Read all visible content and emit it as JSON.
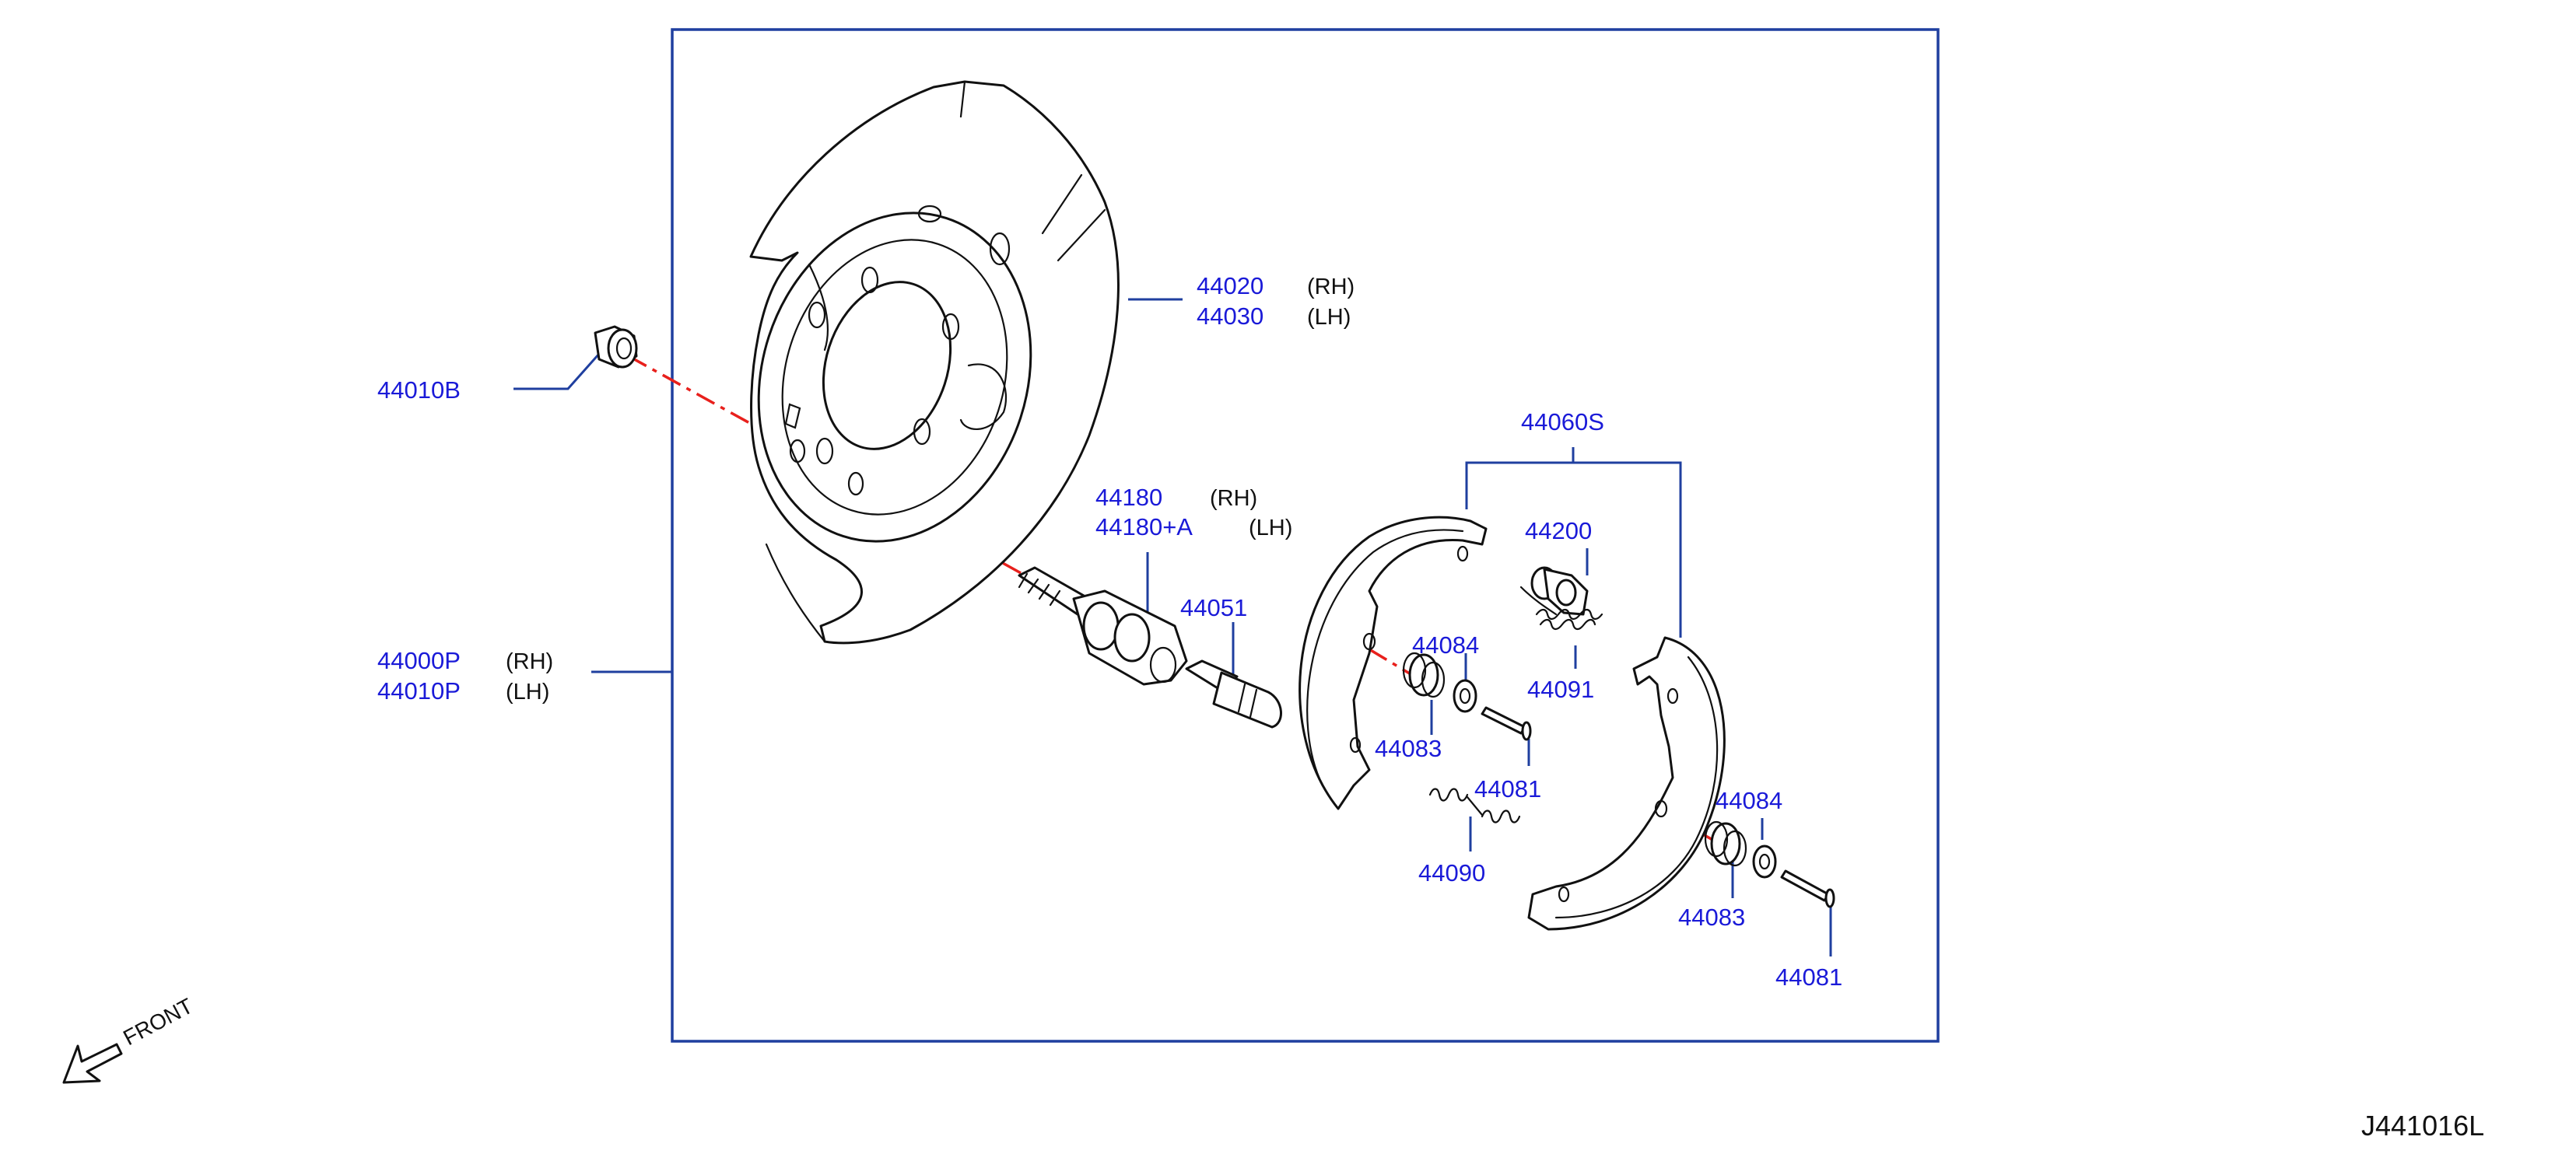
{
  "diagram": {
    "reference_code": "J441016L",
    "front_label": "FRONT",
    "labels": [
      {
        "id": "44020",
        "part": "44020",
        "side": "(RH)"
      },
      {
        "id": "44030",
        "part": "44030",
        "side": "(LH)"
      },
      {
        "id": "44010B",
        "part": "44010B",
        "side": ""
      },
      {
        "id": "44060S",
        "part": "44060S",
        "side": ""
      },
      {
        "id": "44180",
        "part": "44180",
        "side": "(RH)"
      },
      {
        "id": "44180A",
        "part": "44180+A",
        "side": "(LH)"
      },
      {
        "id": "44200",
        "part": "44200",
        "side": ""
      },
      {
        "id": "44051",
        "part": "44051",
        "side": ""
      },
      {
        "id": "44084a",
        "part": "44084",
        "side": ""
      },
      {
        "id": "44000P",
        "part": "44000P",
        "side": "(RH)"
      },
      {
        "id": "44010P",
        "part": "44010P",
        "side": "(LH)"
      },
      {
        "id": "44091",
        "part": "44091",
        "side": ""
      },
      {
        "id": "44083a",
        "part": "44083",
        "side": ""
      },
      {
        "id": "44081a",
        "part": "44081",
        "side": ""
      },
      {
        "id": "44084b",
        "part": "44084",
        "side": ""
      },
      {
        "id": "44090",
        "part": "44090",
        "side": ""
      },
      {
        "id": "44083b",
        "part": "44083",
        "side": ""
      },
      {
        "id": "44081b",
        "part": "44081",
        "side": ""
      }
    ]
  },
  "colors": {
    "label_blue": "#1a1ad8",
    "leader_blue": "#1f3f9f",
    "axis_red": "#e8201c",
    "outline": "#111111"
  }
}
